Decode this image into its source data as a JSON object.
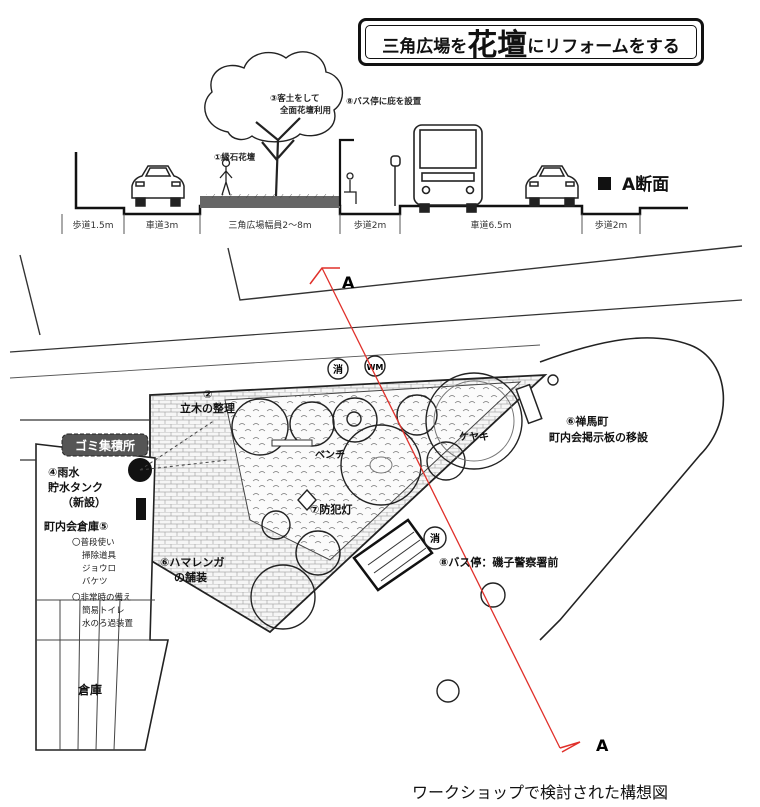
{
  "title": {
    "before": "三角広場を",
    "emphasis": "花壇",
    "after": "にリフォームをする"
  },
  "section": {
    "label": "A断面",
    "annotations": [
      "①縁石花壇",
      "③客土をして",
      "全面花壇利用",
      "⑧バス停に庇を設置"
    ],
    "dimensions": [
      "歩道1.5m",
      "車道3m",
      "三角広場幅員2～8m",
      "歩道2m",
      "車道6.5m",
      "歩道2m"
    ]
  },
  "plan": {
    "section_marker": "A",
    "labels": {
      "tree_management_num": "②",
      "tree_management": "立木の整理",
      "garbage": "ゴミ集積所",
      "rain_tank_1": "④雨水",
      "rain_tank_2": "貯水タンク",
      "rain_tank_3": "（新設）",
      "storage_title": "町内会倉庫⑤",
      "storage_items": [
        "〇普段使い",
        "掃除道具",
        "ジョウロ",
        "バケツ",
        "〇非常時の備え",
        "簡易トイレ",
        "水のろ過装置"
      ],
      "warehouse": "倉庫",
      "bench": "ベンチ",
      "zelkova": "ケヤキ",
      "security_light": "⑦防犯灯",
      "bus_stop": "⑧バス停：磯子警察署前",
      "paving_1": "⑥ハマレンガ",
      "paving_2": "の舗装",
      "board_1": "⑥禅馬町",
      "board_2": "町内会掲示板の移設",
      "hydrant": "消",
      "water_meter": "WM"
    }
  },
  "caption": "ワークショップで検討された構想図"
}
